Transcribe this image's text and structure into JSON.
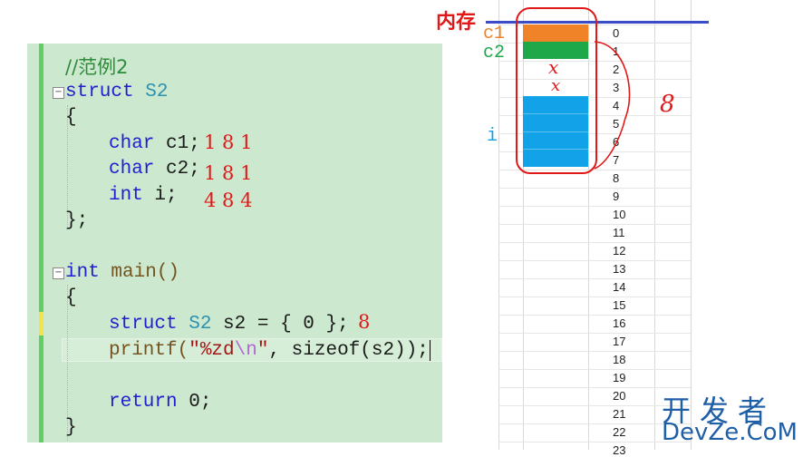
{
  "code": {
    "comment": "//范例2",
    "struct_kw": "struct",
    "struct_name": "S2",
    "open_brace": "{",
    "close_struct": "};",
    "member_c1": "char c1;",
    "member_c2": "char c2;",
    "member_i": "int i;",
    "main_type": "int",
    "main_name": "main()",
    "main_open": "{",
    "decl_kw": "struct",
    "decl_type": "S2",
    "decl_rest": " s2 = { 0 };",
    "printf_name": "printf(",
    "printf_str_a": "\"%zd",
    "printf_esc": "\\n",
    "printf_str_b": "\"",
    "printf_rest": ", sizeof(s2));",
    "return_kw": "return",
    "return_rest": " 0;",
    "main_close": "}"
  },
  "annotations": {
    "c1_nums": "1 8 1",
    "c2_nums": "1 8 1",
    "i_nums": "4 8 4",
    "s2_size": "8",
    "total_size": "8",
    "padding_mark_1": "x",
    "padding_mark_2": "x"
  },
  "memory": {
    "title": "内存",
    "labels": {
      "c1": "c1",
      "c2": "c2",
      "i": "i"
    },
    "offsets": [
      "0",
      "1",
      "2",
      "3",
      "4",
      "5",
      "6",
      "7",
      "8",
      "9",
      "10",
      "11",
      "12",
      "13",
      "14",
      "15",
      "16",
      "17",
      "18",
      "19",
      "20",
      "21",
      "22",
      "23"
    ],
    "colors": {
      "c1": "#f08228",
      "c2": "#1fa84a",
      "i": "#12a2e8",
      "pad": "#ffffff"
    }
  },
  "watermark": {
    "line1": "开发者",
    "line2": "DevZe.CoM"
  }
}
